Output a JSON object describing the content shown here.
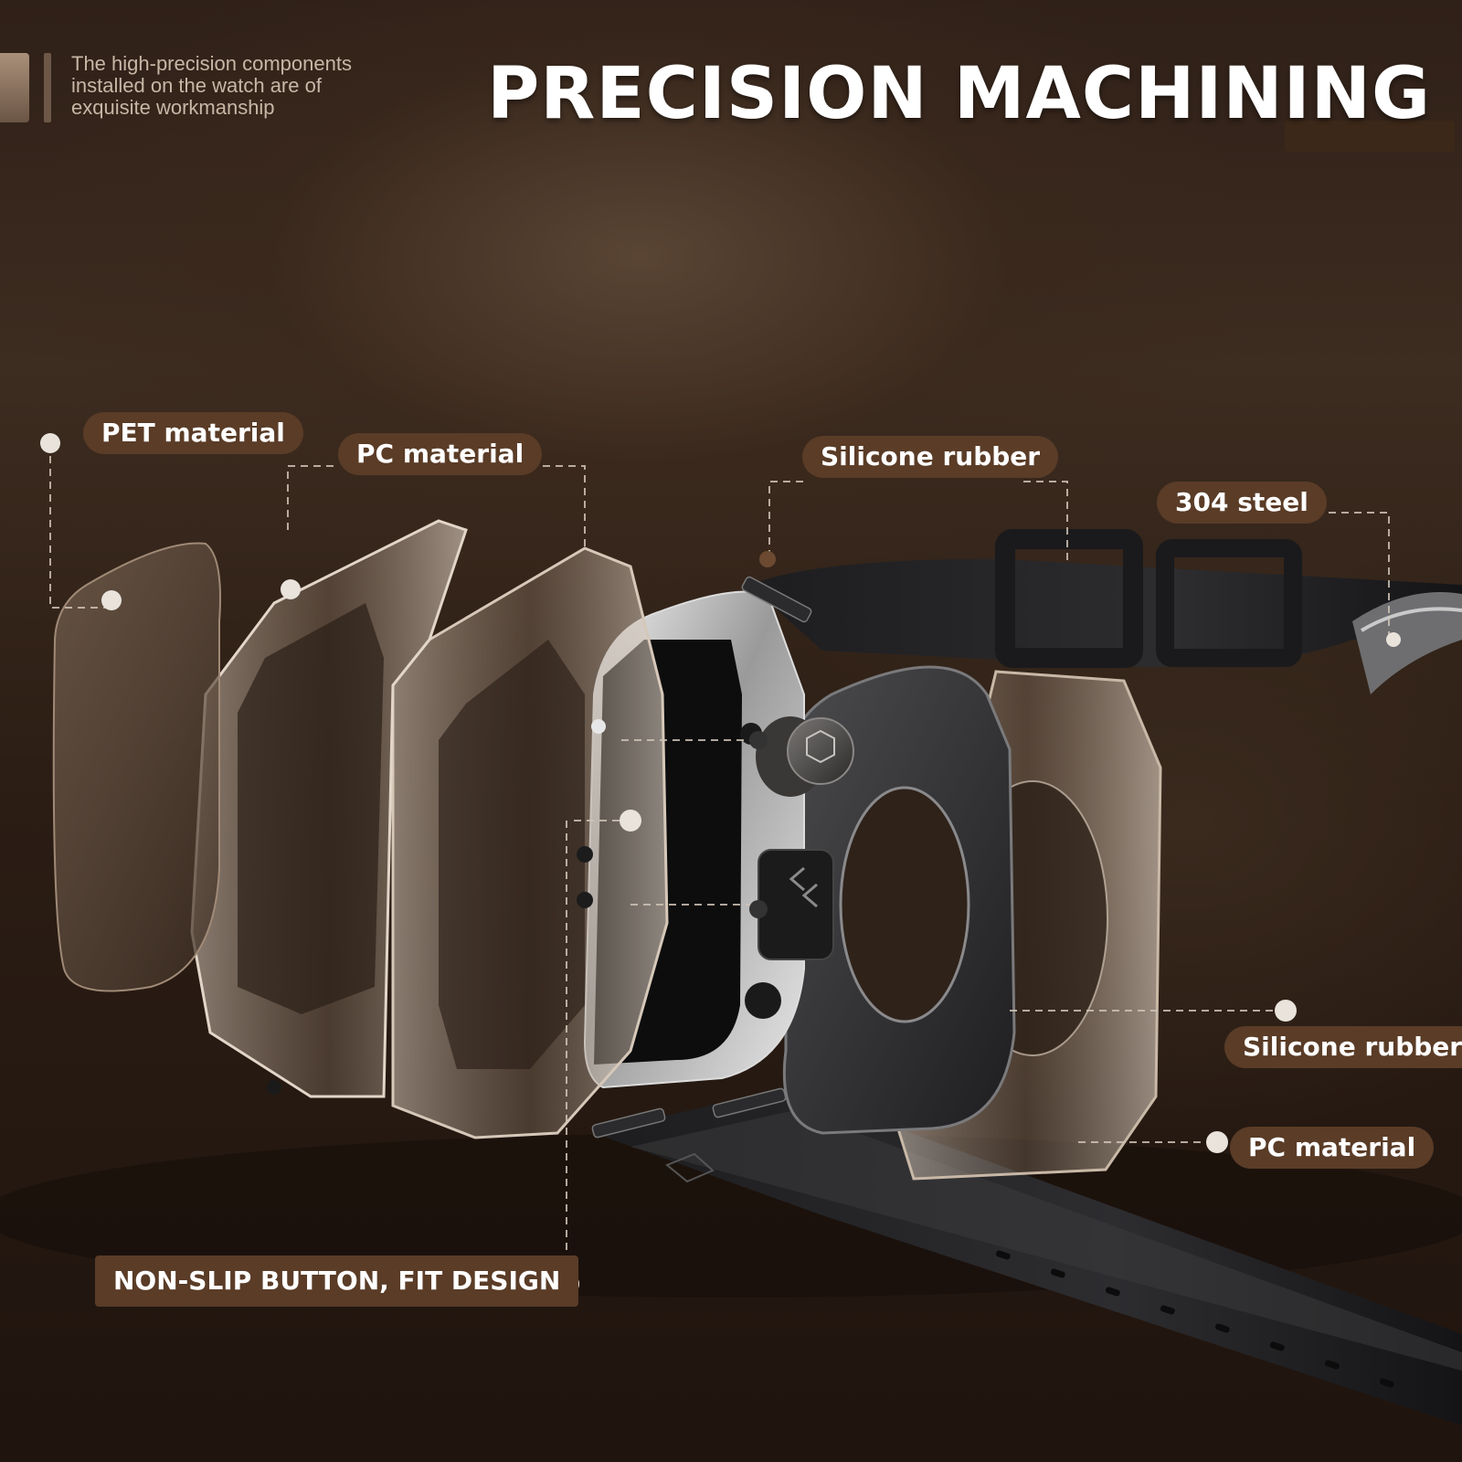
{
  "header": {
    "subtitle": "The high-precision components\ninstalled on the watch are of\nexquisite workmanship",
    "title": "PRECISION MACHINING"
  },
  "callouts": {
    "pet_material": "PET material",
    "pc_material_top": "PC  material",
    "silicone_rubber_top": "Silicone rubber",
    "steel_304": "304 steel",
    "silicone_rubber_right": "Silicone rubber",
    "pc_material_right": "PC  material",
    "non_slip_button": "NON-SLIP BUTTON, FIT DESIGN"
  },
  "colors": {
    "background": "#2f2018",
    "callout_pill": "#5a3c27",
    "callout_text": "#ffffff",
    "subtitle_text": "#c7b7a6",
    "accent": "#a9907a",
    "leader_line": "#cfc3b6"
  }
}
